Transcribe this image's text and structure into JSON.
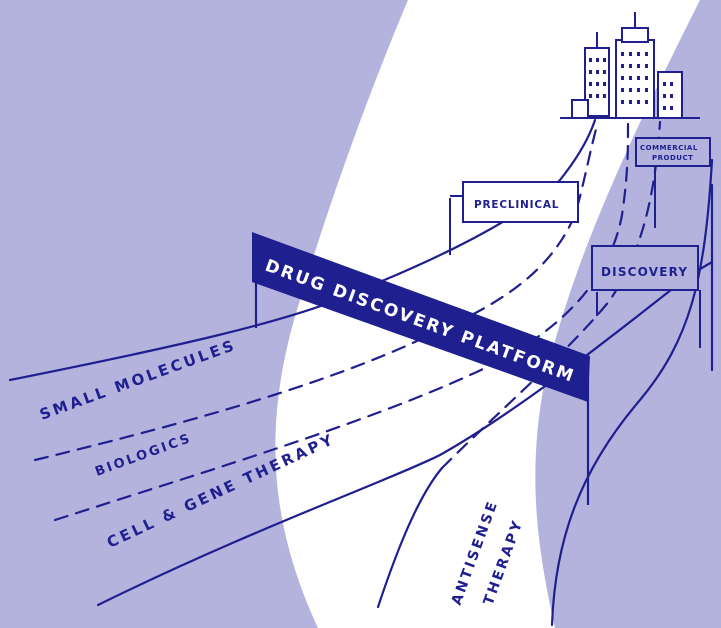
{
  "banner": {
    "label": "DRUG DISCOVERY PLATFORM"
  },
  "signs": {
    "preclinical": "PRECLINICAL",
    "discovery": "DISCOVERY",
    "commercial_line1": "COMMERCIAL",
    "commercial_line2": "PRODUCT"
  },
  "lanes": {
    "small_molecules": "SMALL MOLECULES",
    "biologics": "BIOLOGICS",
    "cell_gene": "CELL & GENE THERAPY",
    "antisense_line1": "ANTISENSE",
    "antisense_line2": "THERAPY"
  },
  "colors": {
    "background": "#b3b3de",
    "ink": "#1f1f8f",
    "banner_fill": "#1f1f8f",
    "banner_text": "#ffffff",
    "light_path": "#ffffff"
  }
}
